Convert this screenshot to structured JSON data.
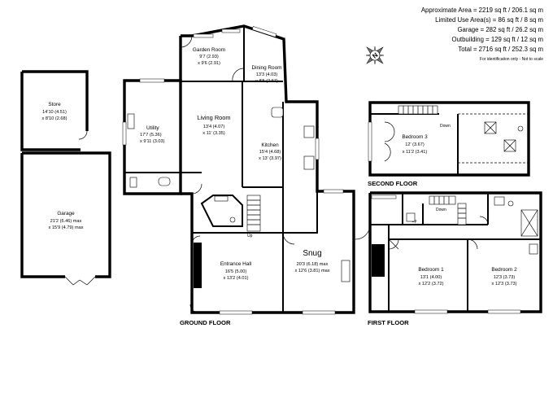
{
  "areas": [
    "Approximate Area = 2219 sq ft / 206.1 sq m",
    "Limited Use Area(s) = 86 sq ft / 8 sq m",
    "Garage = 282 sq ft / 26.2 sq m",
    "Outbuilding = 129 sq ft / 12 sq m",
    "Total = 2716 sq ft / 252.3 sq m"
  ],
  "disclaimer": "For identification only - Not to scale",
  "compass_label": "N",
  "floors": {
    "ground": "GROUND FLOOR",
    "first": "FIRST FLOOR",
    "second": "SECOND FLOOR"
  },
  "rooms": {
    "store": {
      "name": "Store",
      "l1": "14'10 (4.51)",
      "l2": "x 8'10 (2.68)"
    },
    "garage": {
      "name": "Garage",
      "l1": "21'2 (6.46) max",
      "l2": "x 15'9 (4.79) max"
    },
    "garden_room": {
      "name": "Garden Room",
      "l1": "9'7 (2.93)",
      "l2": "x 9'6 (2.91)"
    },
    "dining_room": {
      "name": "Dining Room",
      "l1": "13'3 (4.03)",
      "l2": "x 8'5 (2.57)"
    },
    "utility": {
      "name": "Utility",
      "l1": "17'7 (5.36)",
      "l2": "x 9'11 (3.03)"
    },
    "living_room": {
      "name": "Living Room",
      "l1": "13'4 (4.07)",
      "l2": "x 11' (3.35)"
    },
    "kitchen": {
      "name": "Kitchen",
      "l1": "15'4 (4.68)",
      "l2": "x 13' (3.97)"
    },
    "entrance_hall": {
      "name": "Entrance Hall",
      "l1": "16'5 (5.00)",
      "l2": "x 13'2 (4.01)"
    },
    "snug": {
      "name": "Snug",
      "l1": "20'3 (6.18) max",
      "l2": "x 12'6 (3.81) max"
    },
    "bedroom1": {
      "name": "Bedroom 1",
      "l1": "13'1 (4.00)",
      "l2": "x 12'2 (3.72)"
    },
    "bedroom2": {
      "name": "Bedroom 2",
      "l1": "12'3 (3.73)",
      "l2": "x 12'3 (3.73)"
    },
    "bedroom3": {
      "name": "Bedroom 3",
      "l1": "12' (3.67)",
      "l2": "x 11'2 (3.41)"
    }
  },
  "stairs": {
    "up": "Up",
    "down": "Down"
  }
}
